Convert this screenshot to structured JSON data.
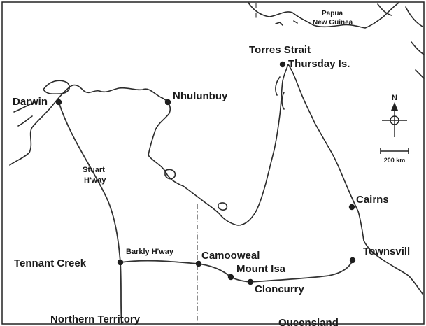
{
  "places": {
    "darwin": "Darwin",
    "nhulunbuy": "Nhulunbuy",
    "thursday": "Thursday Is.",
    "cairns": "Cairns",
    "townsville": "Townsvill",
    "tennant": "Tennant Creek",
    "camooweal": "Camooweal",
    "mount_isa": "Mount Isa",
    "cloncurry": "Cloncurry"
  },
  "regions": {
    "torres": "Torres  Strait",
    "papua_1": "Papua",
    "papua_2": "New Guinea",
    "nt": "Northern Territory",
    "qld": "Queensland"
  },
  "roads": {
    "stuart_1": "Stuart",
    "stuart_2": "H'way",
    "barkly": "Barkly  H'way"
  },
  "compass": {
    "north": "N"
  },
  "scale": {
    "label": "200 km"
  }
}
